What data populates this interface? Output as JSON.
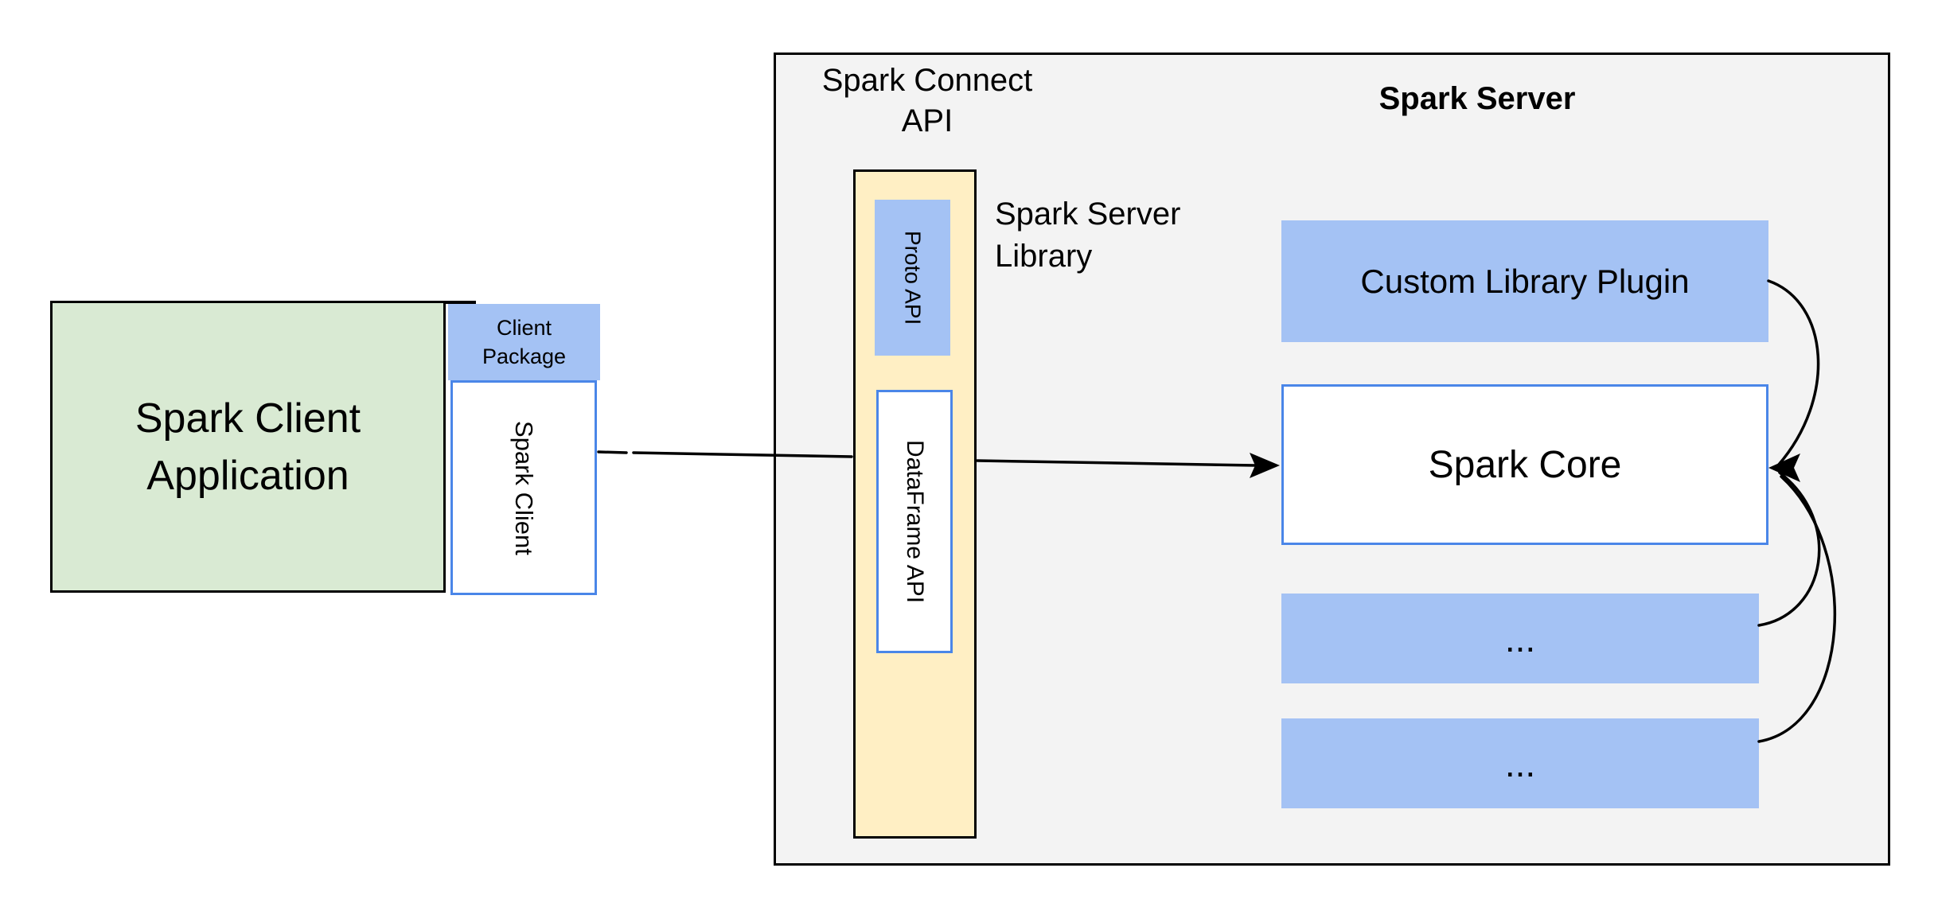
{
  "diagram": {
    "client": {
      "application_label": "Spark Client\nApplication",
      "package_label": "Client\nPackage",
      "spark_client_label": "Spark Client"
    },
    "connect_api_label": "Spark Connect\nAPI",
    "server": {
      "title": "Spark Server",
      "library_label": "Spark Server\nLibrary",
      "proto_api_label": "Proto API",
      "dataframe_api_label": "DataFrame API",
      "custom_plugin_label": "Custom Library Plugin",
      "spark_core_label": "Spark Core",
      "plugin_placeholder_1": "...",
      "plugin_placeholder_2": "..."
    }
  },
  "colors": {
    "background": "#ffffff",
    "server_fill": "#f3f3f3",
    "green_fill": "#d9ead3",
    "blue_fill": "#a4c2f4",
    "yellow_fill": "#ffefc4",
    "blue_border": "#4a86e8",
    "line": "#000000"
  }
}
